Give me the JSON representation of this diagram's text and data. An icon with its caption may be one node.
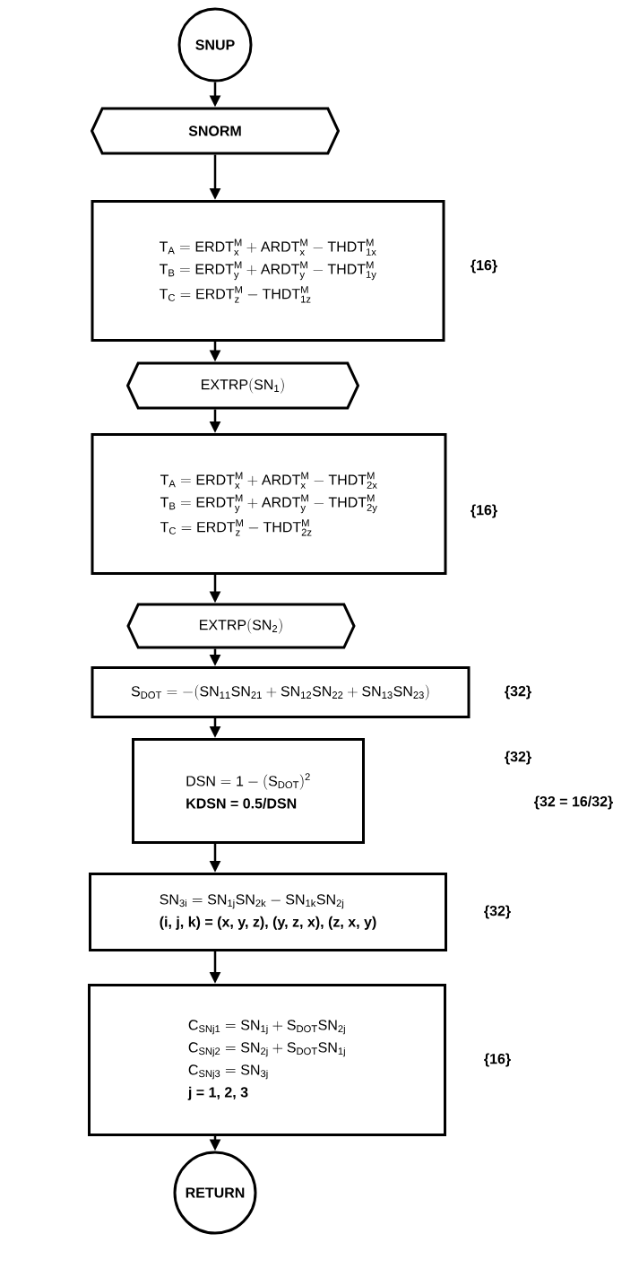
{
  "diagram": {
    "nodes": [
      {
        "text": [
          "SNUP"
        ]
      },
      {
        "text": [
          "SNORM"
        ]
      },
      {
        "text": [
          "\\mathrm{T_{A} = ERDT^{M}_{x} + ARDT^{M}_{x} - THDT^{M}_{1x}}",
          "\\mathrm{T_{B} = ERDT^{M}_{y} + ARDT^{M}_{y} - THDT^{M}_{1y}}",
          "\\mathrm{T_{C} = ERDT^{M}_{z} - THDT^{M}_{1z}}"
        ],
        "beside": [
          "{16}"
        ]
      },
      {
        "text": [
          "\\mathrm{EXTRP(SN_{1})}"
        ]
      },
      {
        "text": [
          "\\mathrm{T_{A} = ERDT^{M}_{x} + ARDT^{M}_{x} - THDT^{M}_{2x}}",
          "\\mathrm{T_{B} = ERDT^{M}_{y} + ARDT^{M}_{y} - THDT^{M}_{2y}}",
          "\\mathrm{T_{C} = ERDT^{M}_{z} - THDT^{M}_{2z}}"
        ],
        "beside": [
          "{16}"
        ]
      },
      {
        "text": [
          "\\mathrm{EXTRP(SN_{2})}"
        ]
      },
      {
        "text": [
          "\\mathrm{S_{DOT} = -(SN_{11}SN_{21} + SN_{12}SN_{22} + SN_{13}SN_{23})}"
        ],
        "beside": [
          "{32}"
        ]
      },
      {
        "text": [
          "\\mathrm{DSN = 1 - (S_{DOT})^{2}}",
          "KDSN = 0.5/DSN"
        ],
        "beside": [
          "{32}",
          "{32 = 16/32}"
        ]
      },
      {
        "text": [
          "\\mathrm{SN_{3i} = SN_{1j}SN_{2k} - SN_{1k}SN_{2j}}",
          "(i, j, k) = (x, y, z), (y, z, x), (z, x, y)"
        ],
        "beside": [
          "{32}"
        ]
      },
      {
        "text": [
          "\\mathrm{C_{SNj1} = SN_{1j} + S_{DOT}SN_{2j}}",
          "\\mathrm{C_{SNj2} = SN_{2j} + S_{DOT}SN_{1j}}",
          "\\mathrm{C_{SNj3} = SN_{3j}}",
          "j = 1, 2, 3"
        ],
        "beside": [
          "{16}"
        ]
      },
      {
        "text": [
          "RETURN"
        ]
      }
    ],
    "edges": [
      {
        "from": 0,
        "to": 1,
        "arrow": "to"
      },
      {
        "from": 1,
        "to": 2,
        "arrow": "to"
      },
      {
        "from": 2,
        "to": 3,
        "arrow": "to"
      },
      {
        "from": 3,
        "to": 4,
        "arrow": "to"
      },
      {
        "from": 4,
        "to": 5,
        "arrow": "to"
      },
      {
        "from": 5,
        "to": 6,
        "arrow": "to"
      },
      {
        "from": 6,
        "to": 7,
        "arrow": "to"
      },
      {
        "from": 7,
        "to": 8,
        "arrow": "to"
      },
      {
        "from": 8,
        "to": 9,
        "arrow": "to"
      },
      {
        "from": 9,
        "to": 10,
        "arrow": "to"
      }
    ]
  }
}
